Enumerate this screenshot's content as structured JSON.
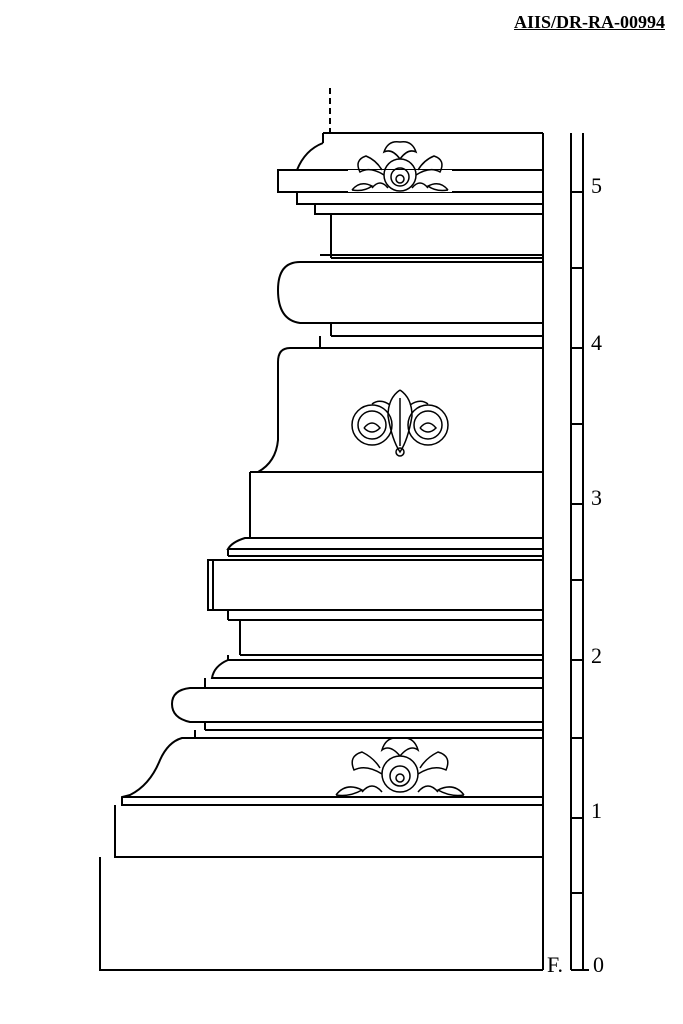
{
  "reference_code": "AIIS/DR-RA-00994",
  "scale": {
    "floor_label": "F.",
    "ticks": [
      "0",
      "1",
      "2",
      "3",
      "4",
      "5"
    ]
  },
  "colors": {
    "line": "#000000",
    "background": "#ffffff"
  }
}
